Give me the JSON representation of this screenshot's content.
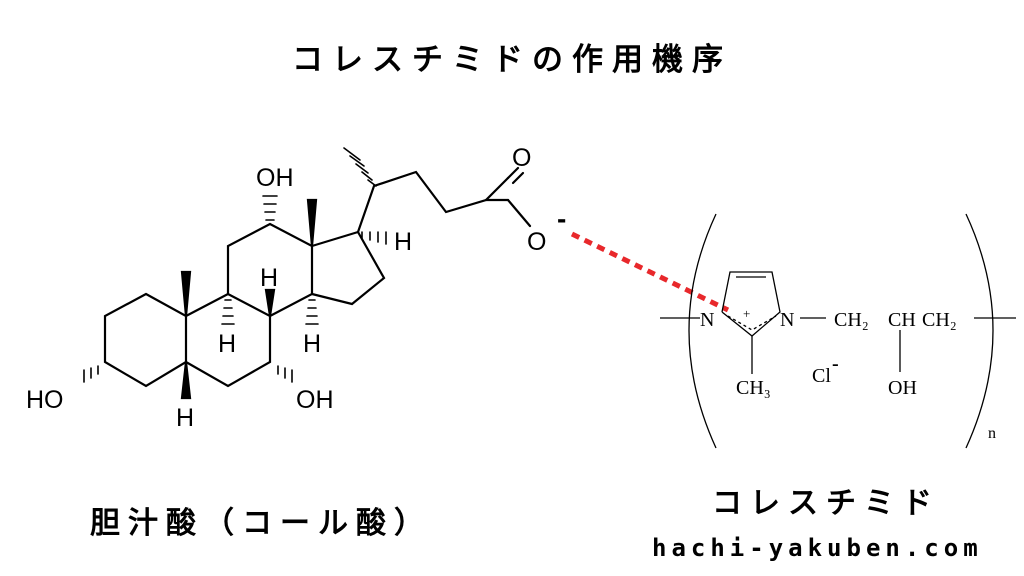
{
  "title": "コレスチミドの作用機序",
  "bile_acid": {
    "caption": "胆汁酸（コール酸）",
    "labels": {
      "oh_top": "OH",
      "h_c17": "H",
      "h_c8": "H",
      "h_c9": "H",
      "h_c14": "H",
      "ho_left": "HO",
      "oh_c7": "OH",
      "h_c5": "H",
      "carbonyl_o": "O",
      "carboxylate_o": "O",
      "minus": "-"
    }
  },
  "resin": {
    "caption": "コレスチミド",
    "labels": {
      "n1": "N",
      "plus": "+",
      "n3": "N",
      "ch2_a": "CH₂",
      "ch": "CH",
      "ch2_b": "CH₂",
      "ch3": "CH₃",
      "cl": "Cl",
      "cl_charge": "-",
      "oh": "OH",
      "n_sub": "n"
    }
  },
  "interaction_color": "#e8282b",
  "website": "hachi-yakuben.com"
}
